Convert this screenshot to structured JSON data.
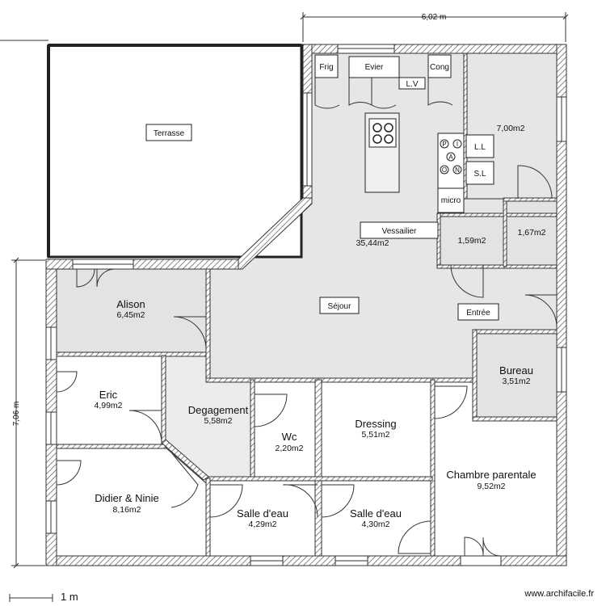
{
  "dimensions": {
    "top": "6,02 m",
    "left": "7,06 m",
    "scale": "1 m"
  },
  "credit": "www.archifacile.fr",
  "rooms": {
    "terrasse": "Terrasse",
    "sejour": "Séjour",
    "sejour_area": "35,44m2",
    "alison": "Alison",
    "alison_area": "6,45m2",
    "eric": "Eric",
    "eric_area": "4,99m2",
    "didier": "Didier & Ninie",
    "didier_area": "8,16m2",
    "degagement": "Degagement",
    "degagement_area": "5,58m2",
    "wc": "Wc",
    "wc_area": "2,20m2",
    "dressing": "Dressing",
    "dressing_area": "5,51m2",
    "sde1": "Salle d'eau",
    "sde1_area": "4,29m2",
    "sde2": "Salle d'eau",
    "sde2_area": "4,30m2",
    "chambre": "Chambre parentale",
    "chambre_area": "9,52m2",
    "bureau": "Bureau",
    "bureau_area": "3,51m2",
    "entree": "Entrée",
    "buanderie_area": "7,00m2",
    "placard1_area": "1,59m2",
    "placard2_area": "1,67m2"
  },
  "kitchen": {
    "frig": "Frig",
    "evier": "Evier",
    "cong": "Cong",
    "lv": "L.V",
    "ll": "L.L",
    "sl": "S.L",
    "micro": "micro",
    "vessailier": "Vessailier",
    "knob_p": "P",
    "knob_i": "I",
    "knob_a": "A",
    "knob_o": "O",
    "knob_n": "N"
  }
}
